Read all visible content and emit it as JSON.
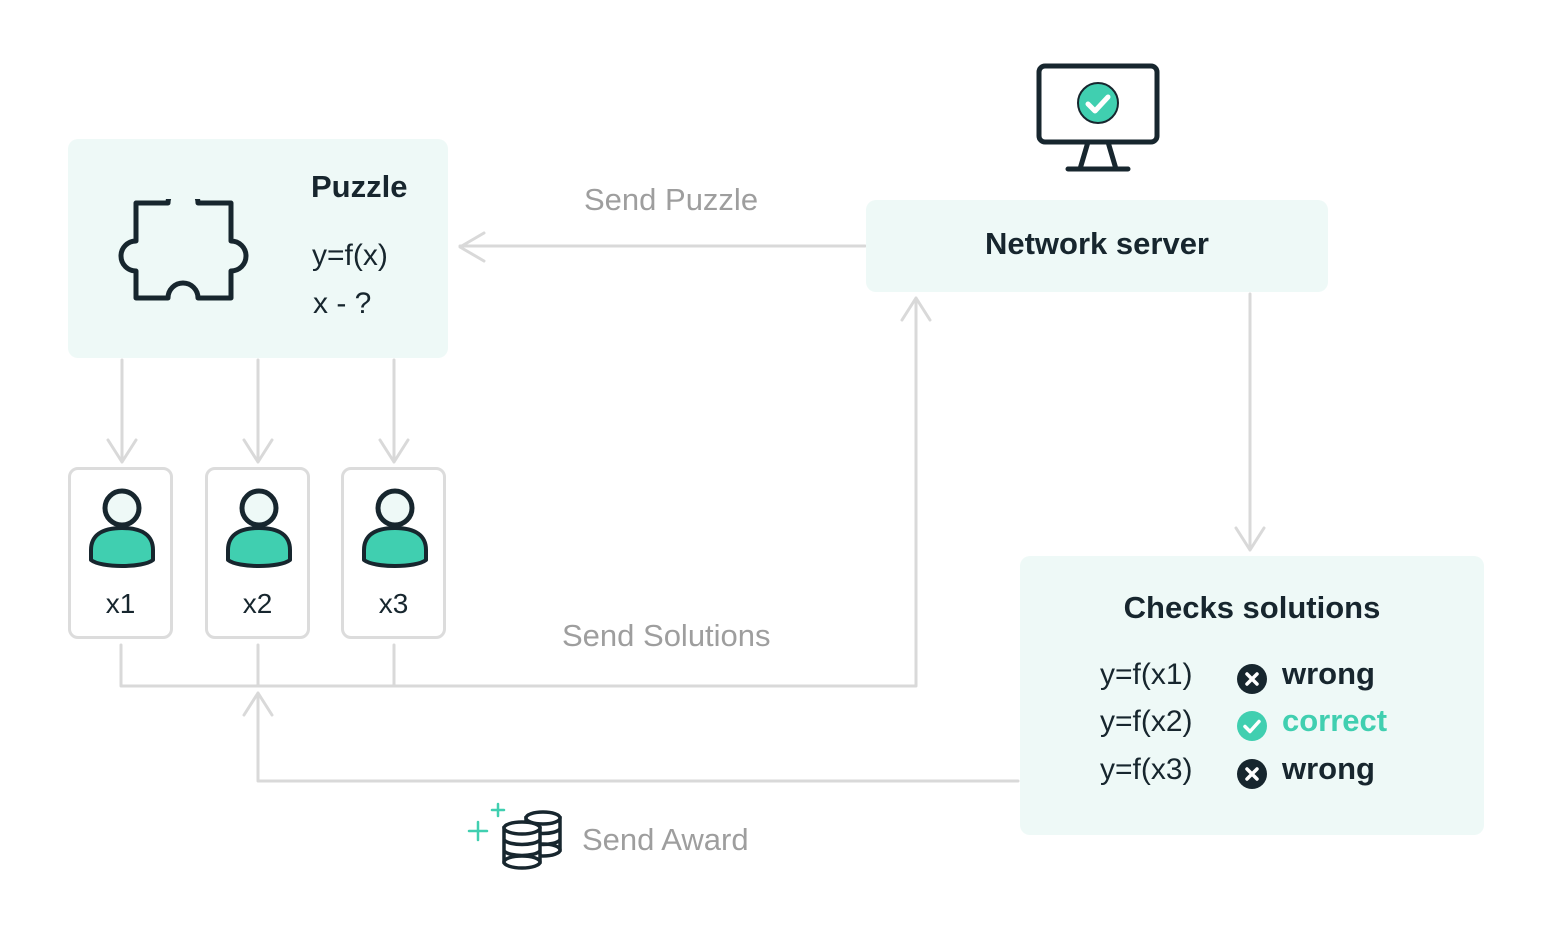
{
  "puzzle": {
    "title": "Puzzle",
    "equation": "y=f(x)",
    "question": "x - ?"
  },
  "server": {
    "title": "Network server"
  },
  "users": [
    {
      "label": "x1"
    },
    {
      "label": "x2"
    },
    {
      "label": "x3"
    }
  ],
  "flows": {
    "send_puzzle": "Send Puzzle",
    "send_solutions": "Send Solutions",
    "send_award": "Send Award"
  },
  "checks": {
    "title": "Checks solutions",
    "results": [
      {
        "expr": "y=f(x1)",
        "status": "wrong",
        "icon": "x-circle-icon",
        "color": "#17262e"
      },
      {
        "expr": "y=f(x2)",
        "status": "correct",
        "icon": "check-circle-icon",
        "color": "#40cfb0"
      },
      {
        "expr": "y=f(x3)",
        "status": "wrong",
        "icon": "x-circle-icon",
        "color": "#17262e"
      }
    ]
  },
  "colors": {
    "accent": "#40cfb0",
    "box_fill": "#eef9f7",
    "ink": "#17262e",
    "connector": "#d9d9d9",
    "muted_text": "#9e9e9e"
  }
}
